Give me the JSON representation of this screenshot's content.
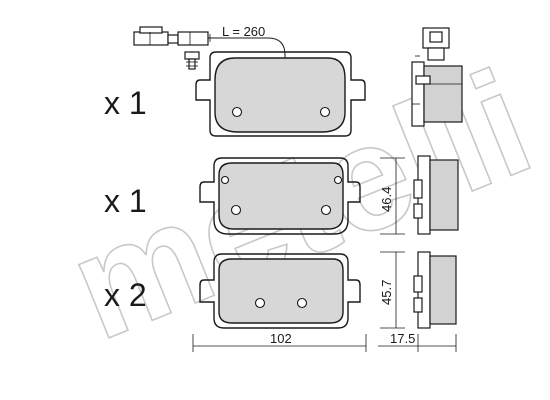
{
  "watermark": {
    "brand": "metelli",
    "color": "#c8c8c8"
  },
  "quantities": [
    {
      "label": "x 1"
    },
    {
      "label": "x 1"
    },
    {
      "label": "x 2"
    }
  ],
  "dimensions": {
    "cable_length": "L = 260",
    "height_pad2": "46.4",
    "height_pad3": "45.7",
    "width": "102",
    "thickness": "17.5"
  },
  "colors": {
    "friction": "#d7d7d7",
    "outline": "#1a1a1a",
    "background": "#ffffff"
  }
}
